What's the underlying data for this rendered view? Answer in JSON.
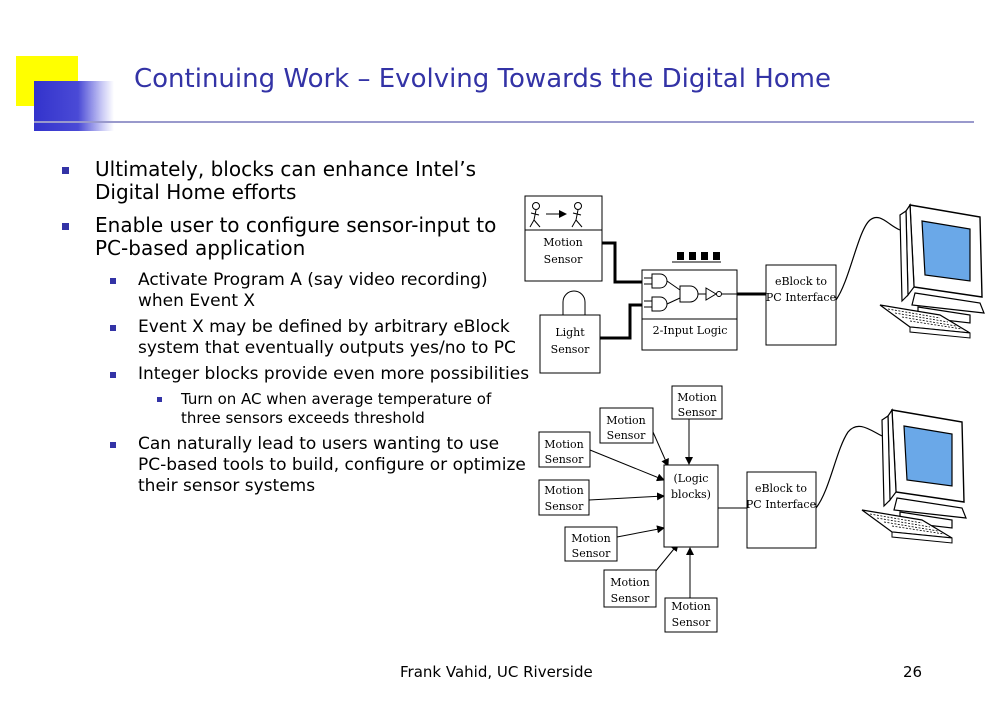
{
  "title": "Continuing Work – Evolving Towards the Digital Home",
  "bullets": [
    {
      "level": 1,
      "text": "Ultimately, blocks can enhance Intel’s Digital Home efforts"
    },
    {
      "level": 1,
      "text": "Enable user to configure sensor-input to PC-based application"
    },
    {
      "level": 2,
      "text": "Activate Program A (say video recording) when Event X"
    },
    {
      "level": 2,
      "text": "Event X may be defined by arbitrary eBlock system that eventually outputs yes/no to PC"
    },
    {
      "level": 2,
      "text": "Integer blocks provide even more possibilities"
    },
    {
      "level": 3,
      "text": "Turn on AC when average temperature of three sensors exceeds threshold"
    },
    {
      "level": 2,
      "text": "Can naturally lead to users wanting to use PC-based tools to build, configure or optimize their sensor systems"
    }
  ],
  "diagram1": {
    "motion": [
      "Motion",
      "Sensor"
    ],
    "light": [
      "Light",
      "Sensor"
    ],
    "logic": "2-Input Logic",
    "eblock": [
      "eBlock to",
      "PC Interface"
    ]
  },
  "diagram2": {
    "sensors": [
      [
        "Motion",
        "Sensor"
      ],
      [
        "Motion",
        "Sensor"
      ],
      [
        "Motion",
        "Sensor"
      ],
      [
        "Motion",
        "Sensor"
      ],
      [
        "Motion",
        "Sensor"
      ],
      [
        "Motion",
        "Sensor"
      ],
      [
        "Motion",
        "Sensor"
      ]
    ],
    "logic": [
      "(Logic",
      "blocks)"
    ],
    "eblock": [
      "eBlock to",
      "PC Interface"
    ]
  },
  "footer": "Frank Vahid, UC Riverside",
  "page_number": "26"
}
